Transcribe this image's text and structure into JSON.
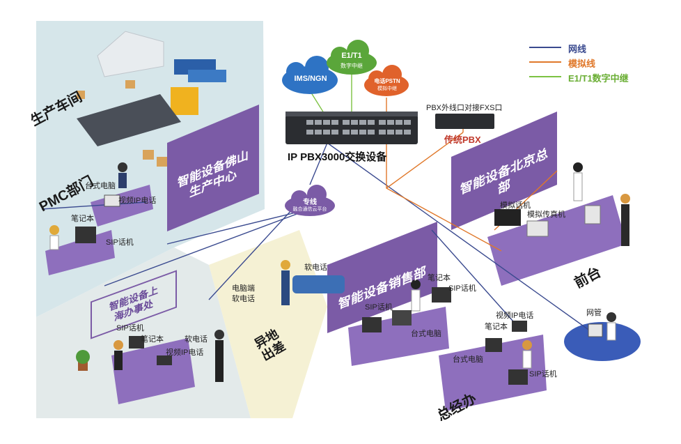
{
  "legend": {
    "network": "网线",
    "analog": "模拟线",
    "trunk": "E1/T1数字中继"
  },
  "colors": {
    "network": "#3a4a8f",
    "analog": "#e0782a",
    "trunk": "#7cc242",
    "purple": "#7b5ba6",
    "floor": "#d6e6ea",
    "cloud_blue": "#2e73c4",
    "cloud_green": "#5aa63a",
    "cloud_orange": "#e0622b",
    "cloud_purple": "#7b5ba6"
  },
  "clouds": {
    "ims": "IMS/NGN",
    "e1_title": "E1/T1",
    "e1_sub": "数字中继",
    "pstn_title": "电话PSTN",
    "pstn_sub": "模拟中继",
    "cloud_title": "专线",
    "cloud_sub": "融合通信云平台"
  },
  "core": {
    "name": "IP PBX3000交换设备",
    "pbx_note": "PBX外线口对接FXS口",
    "pbx_name": "传统PBX"
  },
  "zones": {
    "workshop": "生产车间",
    "pmc": "PMC部门",
    "foshan": "智能设备佛山生产中心",
    "shanghai": "智能设备上海办事处",
    "beijing": "智能设备北京总部",
    "sales": "智能设备销售部",
    "front_desk": "前台",
    "gm_office": "总经办",
    "travel": "异地出差"
  },
  "devices": {
    "pmc_desktop": "台式电脑",
    "pmc_video": "视频IP电话",
    "pmc_laptop": "笔记本",
    "pmc_sip": "SIP话机",
    "sh_sip": "SIP话机",
    "sh_laptop": "笔记本",
    "sh_soft": "软电话",
    "sh_video": "视频IP电话",
    "travel_soft": "软电话",
    "travel_pc_soft1": "电脑端",
    "travel_pc_soft2": "软电话",
    "sales_laptop": "笔记本",
    "sales_sip1": "SIP话机",
    "sales_sip2": "SIP话机",
    "sales_desktop": "台式电脑",
    "bj_analog_phone": "模拟话机",
    "bj_analog_fax": "模拟传真机",
    "gm_video": "视频IP电话",
    "gm_laptop": "笔记本",
    "gm_desktop": "台式电脑",
    "gm_sip": "SIP话机",
    "net_mgmt": "网管"
  }
}
